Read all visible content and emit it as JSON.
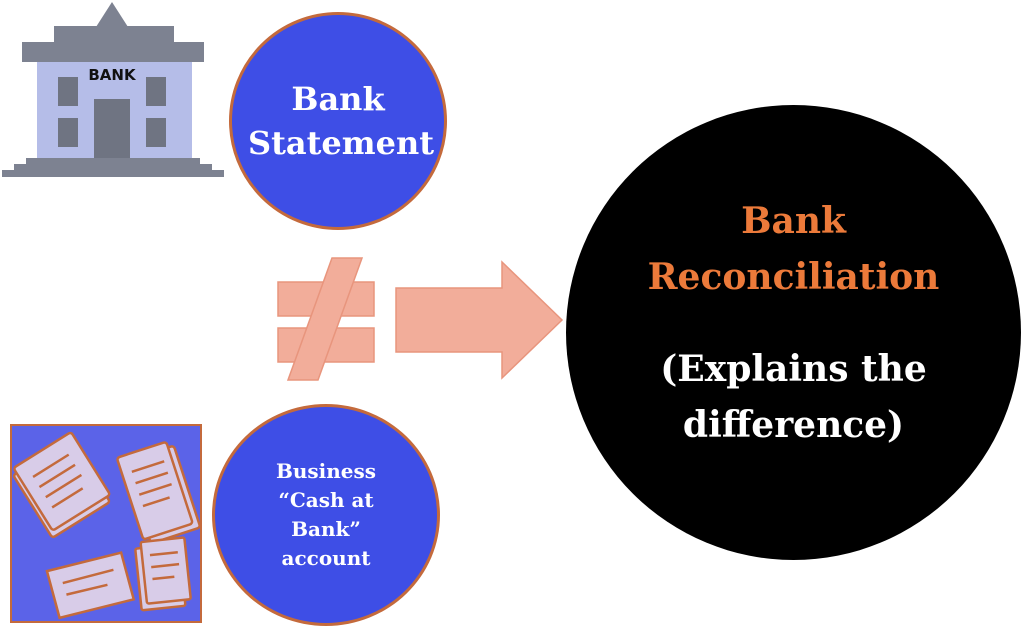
{
  "bank_building": {
    "sign": "BANK",
    "icon": "bank-building-icon"
  },
  "bank_statement": {
    "label": "Bank Statement"
  },
  "business_account": {
    "label": "Business “Cash at Bank” account"
  },
  "documents": {
    "icon": "documents-pile-icon"
  },
  "not_equal": {
    "icon": "not-equal-icon"
  },
  "arrow": {
    "icon": "right-arrow-icon"
  },
  "reconciliation": {
    "title": "Bank Reconciliation",
    "subtitle": "(Explains the difference)"
  },
  "colors": {
    "circle_blue": "#3e4ee6",
    "outline_orange": "#c46a3c",
    "title_orange": "#ec7a3a",
    "symbol_salmon": "#f2ad9a",
    "background": "#ffffff",
    "recon_circle": "#000000"
  }
}
